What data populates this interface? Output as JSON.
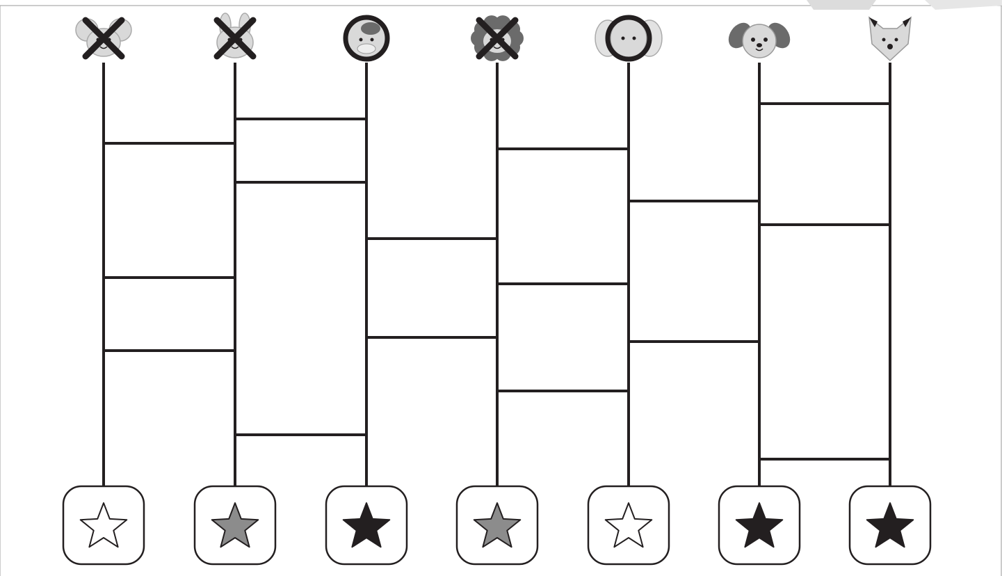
{
  "game": {
    "type": "ladder-lottery (amidakuji)",
    "colors": {
      "line": "#231f20",
      "animal_fill": "#d9d9d9",
      "animal_dark": "#6b6b6b",
      "star_white": "#ffffff",
      "star_gray": "#8c8c8c",
      "star_black": "#231f20"
    },
    "columns": [
      {
        "animal": "mouse-icon",
        "mark": "x",
        "star": "white"
      },
      {
        "animal": "rabbit-icon",
        "mark": "x",
        "star": "gray"
      },
      {
        "animal": "cow-icon",
        "mark": "circle",
        "star": "black"
      },
      {
        "animal": "sheep-icon",
        "mark": "x",
        "star": "gray"
      },
      {
        "animal": "elephant-icon",
        "mark": "circle",
        "star": "white"
      },
      {
        "animal": "dog-icon",
        "mark": "none",
        "star": "black"
      },
      {
        "animal": "fox-icon",
        "mark": "none",
        "star": "black"
      }
    ],
    "rungs": [
      {
        "between": [
          0,
          1
        ],
        "order": 1
      },
      {
        "between": [
          0,
          1
        ],
        "order": 2
      },
      {
        "between": [
          0,
          1
        ],
        "order": 3
      },
      {
        "between": [
          1,
          2
        ],
        "order": 1
      },
      {
        "between": [
          1,
          2
        ],
        "order": 2
      },
      {
        "between": [
          1,
          2
        ],
        "order": 3
      },
      {
        "between": [
          2,
          3
        ],
        "order": 1
      },
      {
        "between": [
          2,
          3
        ],
        "order": 2
      },
      {
        "between": [
          3,
          4
        ],
        "order": 1
      },
      {
        "between": [
          3,
          4
        ],
        "order": 2
      },
      {
        "between": [
          3,
          4
        ],
        "order": 3
      },
      {
        "between": [
          4,
          5
        ],
        "order": 1
      },
      {
        "between": [
          4,
          5
        ],
        "order": 2
      },
      {
        "between": [
          5,
          6
        ],
        "order": 1
      },
      {
        "between": [
          5,
          6
        ],
        "order": 2
      },
      {
        "between": [
          5,
          6
        ],
        "order": 3
      }
    ]
  }
}
